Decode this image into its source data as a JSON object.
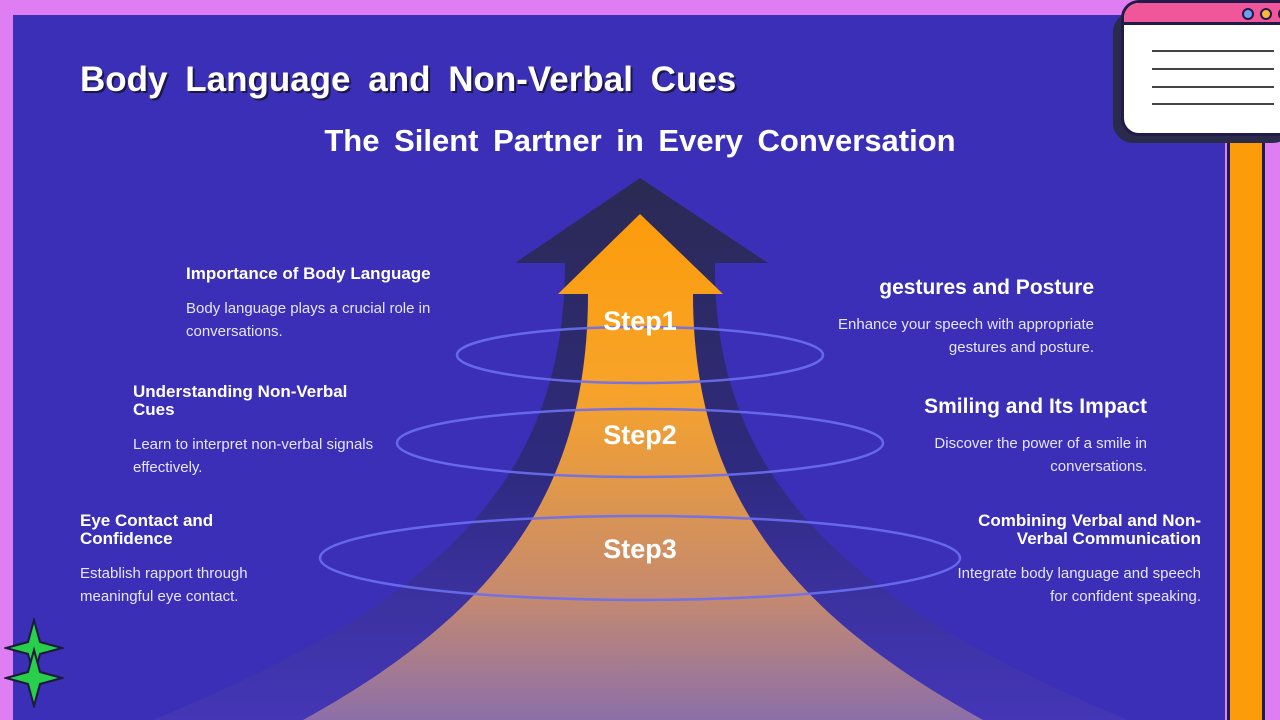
{
  "title": "Body Language and Non-Verbal Cues",
  "subtitle": "The Silent Partner in Every Conversation",
  "steps": [
    "Step1",
    "Step2",
    "Step3"
  ],
  "left_items": [
    {
      "heading": "Importance of Body Language",
      "text": "Body language plays a crucial role in conversations."
    },
    {
      "heading": "Understanding Non-Verbal Cues",
      "text": "Learn to interpret non-verbal signals effectively."
    },
    {
      "heading": "Eye Contact and Confidence",
      "text": "Establish rapport through meaningful eye contact."
    }
  ],
  "right_items": [
    {
      "heading": "gestures and Posture",
      "text": "Enhance your speech with appropriate gestures and posture."
    },
    {
      "heading": "Smiling and Its Impact",
      "text": "Discover the power of a smile in conversations."
    },
    {
      "heading": "Combining Verbal and Non-Verbal Communication",
      "text": "Integrate body language and speech for confident speaking."
    }
  ],
  "colors": {
    "background": "#3a2fb6",
    "frame": "#df7df3",
    "arrow": "#fc9c0b",
    "arrow_shadow": "#2b2a52",
    "accent_bar": "#fc9c0b",
    "star": "#27cf4a"
  }
}
